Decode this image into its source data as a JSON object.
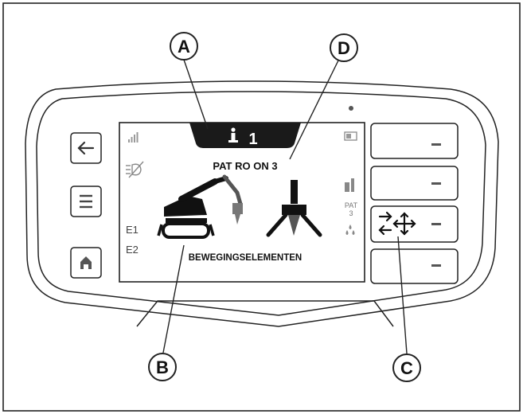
{
  "callouts": {
    "a": "A",
    "b": "B",
    "c": "C",
    "d": "D"
  },
  "screen": {
    "header_number": "1",
    "mode_title": "PAT RO ON 3",
    "status_label": "BEWEGINGSELEMENTEN",
    "side_labels": [
      "E1",
      "E2"
    ],
    "pat_label": "PAT",
    "pat_number": "3"
  },
  "left_buttons": [
    {
      "icon": "arrow-left-icon"
    },
    {
      "icon": "menu-icon"
    },
    {
      "icon": "home-icon"
    }
  ],
  "right_buttons": [
    {
      "icon": "minus-icon"
    },
    {
      "icon": "minus-icon"
    },
    {
      "icon": "arrows-move-icon"
    },
    {
      "icon": "minus-icon"
    }
  ],
  "colors": {
    "line": "#222222",
    "screen_bg": "#ffffff",
    "header_bar": "#1a1a1a",
    "gray_icon": "#8a8a8a"
  }
}
